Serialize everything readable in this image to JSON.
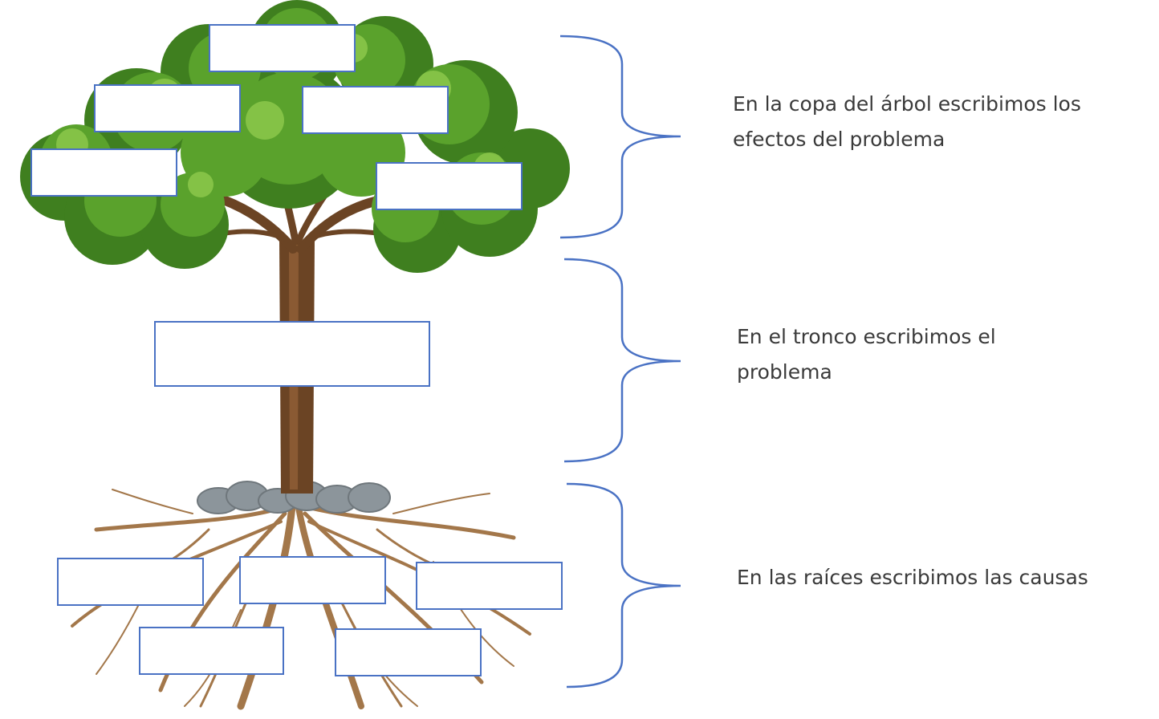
{
  "colors": {
    "foliage_dark": "#3f7f1f",
    "foliage_mid": "#5aa22c",
    "foliage_light": "#8cc84b",
    "trunk": "#6b4424",
    "roots": "#a3774a",
    "stones": "#8c959b",
    "bracket": "#4a72c4",
    "box_border": "#4a72c4",
    "text": "#3a3a3a"
  },
  "sections": {
    "crown": {
      "label": "En la copa del árbol escribimos los efectos del problema"
    },
    "trunk": {
      "label": "En el tronco escribimos el problema"
    },
    "roots": {
      "label": "En las raíces escribimos las causas"
    }
  }
}
